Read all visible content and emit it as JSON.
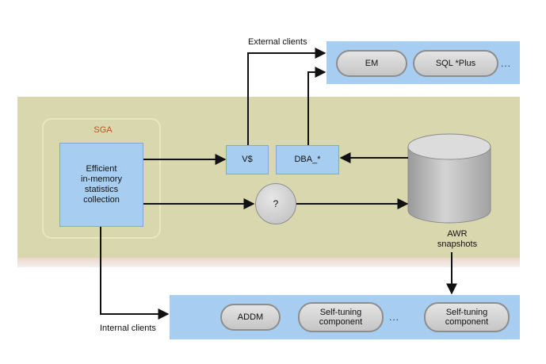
{
  "sga": {
    "label": "SGA"
  },
  "stats_box": {
    "lines": [
      "Efficient",
      "in-memory",
      "statistics",
      "collection"
    ]
  },
  "views": {
    "v_dollar": "V$",
    "dba": "DBA_*"
  },
  "unknown_node": "?",
  "repository": {
    "lines": [
      "AWR",
      "snapshots"
    ]
  },
  "external": {
    "label": "External clients",
    "clients": [
      "EM",
      "SQL *Plus"
    ],
    "more": "..."
  },
  "internal": {
    "label": "Internal clients",
    "clients": [
      "ADDM",
      "Self-tuning component",
      "Self-tuning component"
    ],
    "more": "..."
  },
  "colors": {
    "band": "#d9d7ae",
    "panel": "#a7cef1",
    "sga_label": "#b0551e",
    "cylinder": "#bdbdbd"
  }
}
